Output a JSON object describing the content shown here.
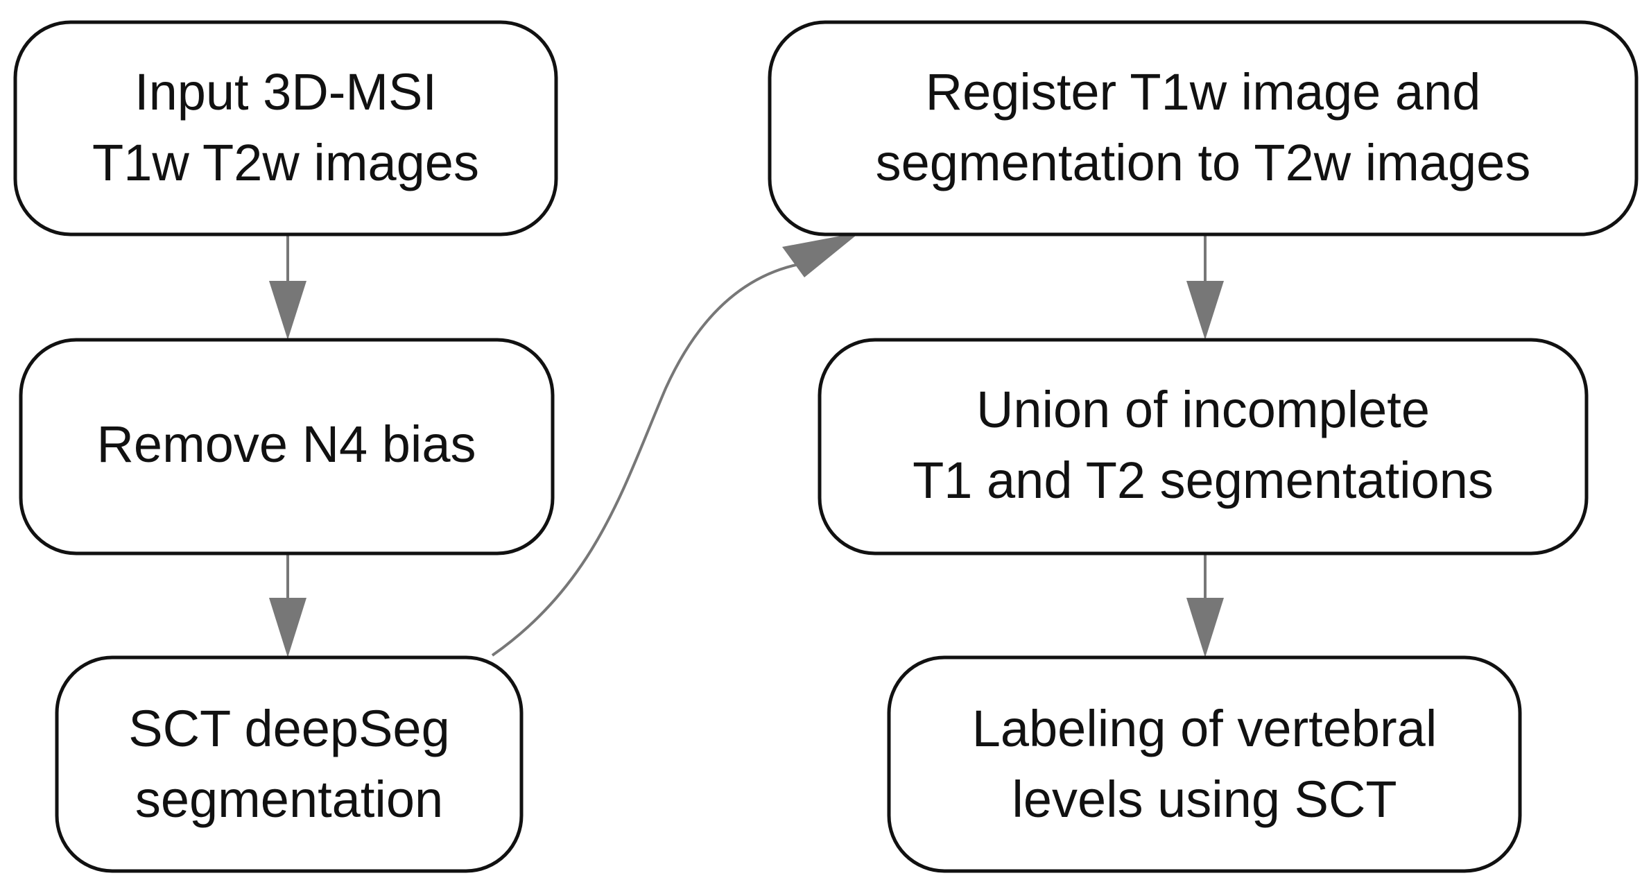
{
  "diagram": {
    "type": "flowchart",
    "nodes": [
      {
        "id": "input",
        "lines": [
          "Input 3D-MSI",
          "T1w T2w images"
        ]
      },
      {
        "id": "n4",
        "lines": [
          "Remove N4 bias"
        ]
      },
      {
        "id": "deepseg",
        "lines": [
          "SCT deepSeg",
          "segmentation"
        ]
      },
      {
        "id": "register",
        "lines": [
          "Register T1w image and",
          "segmentation to T2w images"
        ]
      },
      {
        "id": "union",
        "lines": [
          "Union of incomplete",
          "T1 and T2 segmentations"
        ]
      },
      {
        "id": "labeling",
        "lines": [
          "Labeling of vertebral",
          "levels using SCT"
        ]
      }
    ],
    "edges": [
      {
        "from": "input",
        "to": "n4"
      },
      {
        "from": "n4",
        "to": "deepseg"
      },
      {
        "from": "deepseg",
        "to": "register"
      },
      {
        "from": "register",
        "to": "union"
      },
      {
        "from": "union",
        "to": "labeling"
      }
    ],
    "colors": {
      "box_stroke": "#111111",
      "box_fill": "#ffffff",
      "arrow": "#777777",
      "text": "#111111"
    }
  }
}
